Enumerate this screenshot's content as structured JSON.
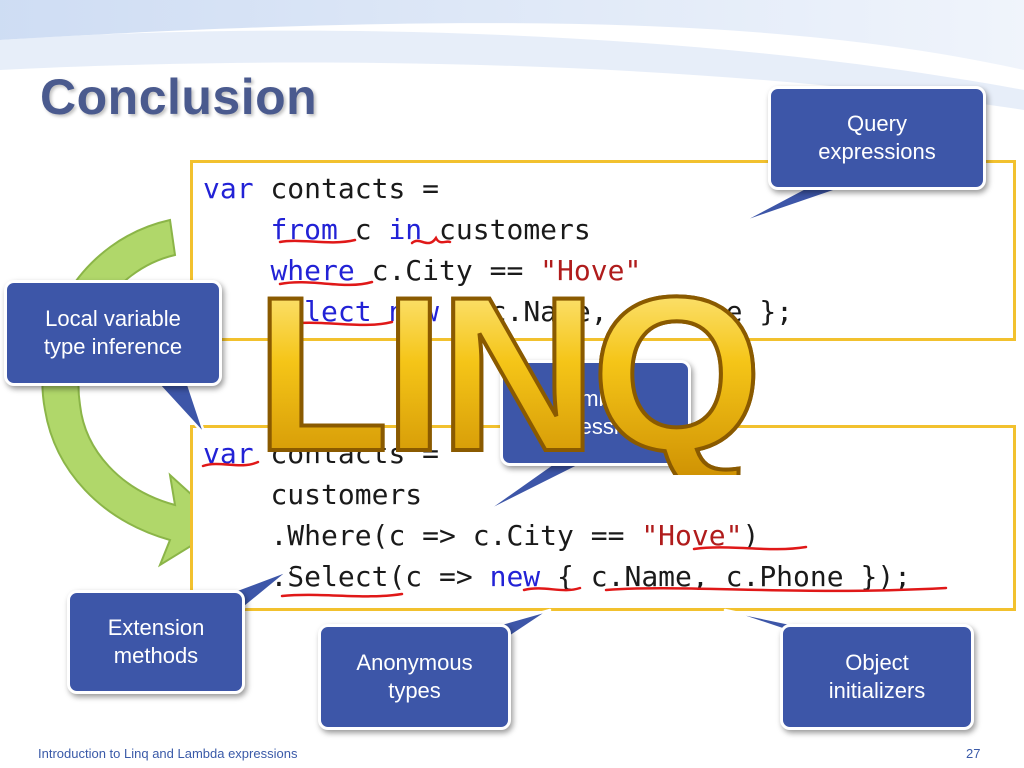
{
  "slide": {
    "title": "Conclusion",
    "footer_text": "Introduction to Linq and Lambda expressions",
    "page_number": "27",
    "logo_text": "LINQ"
  },
  "query_code": {
    "line1": {
      "kw": "var",
      "rest": " contacts ="
    },
    "line2": {
      "indent": "    ",
      "kw1": "from",
      "mid": " c ",
      "kw2": "in",
      "rest": " customers"
    },
    "line3": {
      "indent": "    ",
      "kw": "where",
      "mid": " c.City == ",
      "str": "\"Hove\""
    },
    "line4": {
      "indent": "    ",
      "kw1": "select",
      "sp": " ",
      "kw2": "new",
      "rest": " { c.Name, c.Phone };"
    }
  },
  "method_code": {
    "line1": {
      "kw": "var",
      "rest": " contacts ="
    },
    "line2": {
      "indent": "    ",
      "rest": "customers"
    },
    "line3": {
      "indent": "    ",
      "pre": ".Where(c => c.City == ",
      "str": "\"Hove\"",
      "post": ")"
    },
    "line4": {
      "indent": "    ",
      "pre": ".Select(c => ",
      "kw": "new",
      "post": " { c.Name, c.Phone });"
    }
  },
  "callouts": {
    "query_expressions": "Query\nexpressions",
    "local_variable": "Local variable\ntype inference",
    "lambda_expressions": "Lambda\nexpressions",
    "extension_methods": "Extension\nmethods",
    "anonymous_types": "Anonymous\ntypes",
    "object_initializers": "Object\ninitializers"
  },
  "colors": {
    "title": "#4a5a8e",
    "callout_fill": "#3d56a8",
    "callout_border": "#ffffff",
    "code_border": "#f2c12e",
    "keyword": "#2222d6",
    "string": "#b01c1c",
    "underline": "#e01818",
    "logo_gold": "#f5c518",
    "arrow_green": "#9ccc4a"
  }
}
